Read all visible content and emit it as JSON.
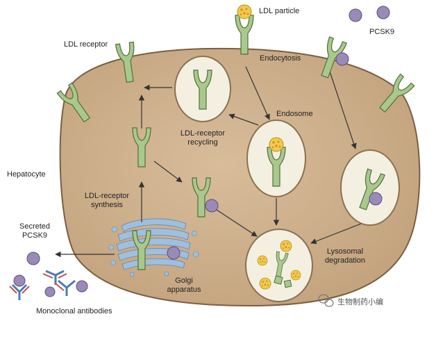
{
  "labels": {
    "ldl_particle": "LDL particle",
    "pcsk9": "PCSK9",
    "ldl_receptor": "LDL receptor",
    "endocytosis": "Endocytosis",
    "endosome": "Endosome",
    "recycling_line1": "LDL-receptor",
    "recycling_line2": "recycling",
    "hepatocyte": "Hepatocyte",
    "synthesis_line1": "LDL-receptor",
    "synthesis_line2": "synthesis",
    "secreted_line1": "Secreted",
    "secreted_line2": "PCSK9",
    "lysosomal_line1": "Lysosomal",
    "lysosomal_line2": "degradation",
    "golgi_line1": "Golgi",
    "golgi_line2": "apparatus",
    "monoclonal": "Monoclonal antibodies",
    "watermark": "生物制药小编"
  },
  "colors": {
    "cell_fill": "#c9ab87",
    "cell_border": "#7a5e41",
    "receptor": "#a9c98c",
    "receptor_border": "#4f6e3c",
    "pcsk9": "#9a8ab8",
    "pcsk9_border": "#5b4b7a",
    "ldl": "#f2c94c",
    "golgi": "#9fbfdc",
    "vesicle": "#f4f0e1",
    "antibody_blue": "#4a7bb5",
    "antibody_red": "#c0504d"
  }
}
